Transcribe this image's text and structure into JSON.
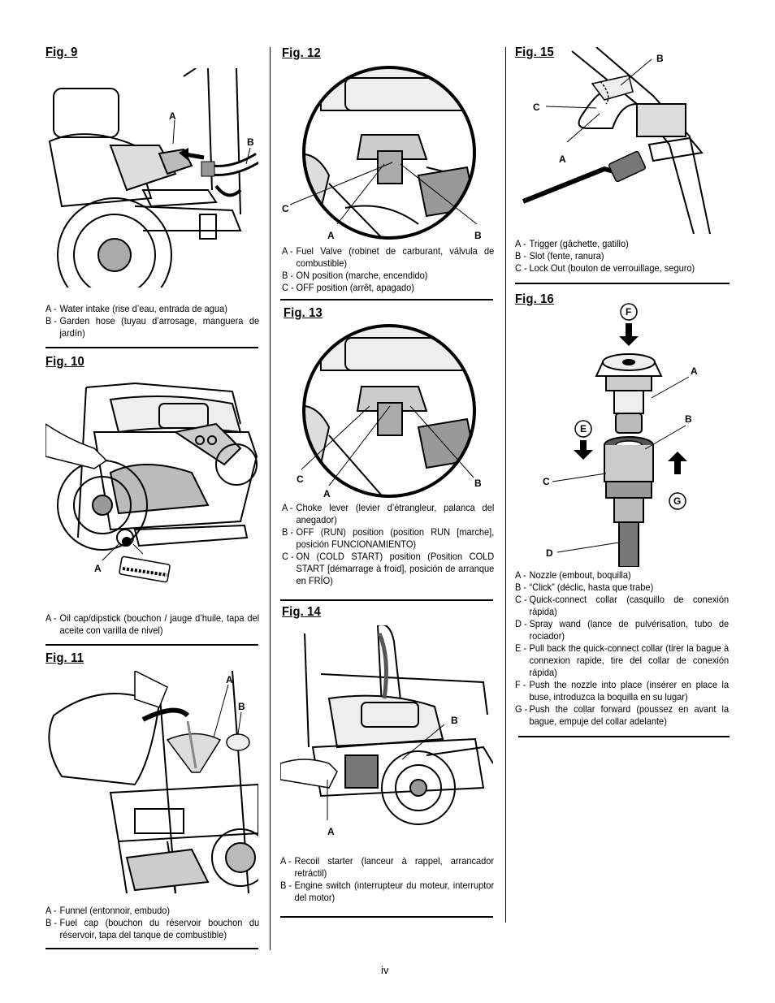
{
  "page_number": "iv",
  "fig9": {
    "title": "Fig. 9",
    "labels": {
      "a": "A",
      "b": "B"
    },
    "captions": [
      {
        "key": "A -",
        "text": "Water intake (rise d’eau, entrada de agua)"
      },
      {
        "key": "B -",
        "text": "Garden hose (tuyau d’arrosage, manguera de jardín)"
      }
    ]
  },
  "fig10": {
    "title": "Fig. 10",
    "labels": {
      "a": "A"
    },
    "captions": [
      {
        "key": "A -",
        "text": "Oil cap/dipstick (bouchon / jauge d’huile, tapa del aceite con varilla de nivel)"
      }
    ]
  },
  "fig11": {
    "title": "Fig. 11",
    "labels": {
      "a": "A",
      "b": "B"
    },
    "captions": [
      {
        "key": "A -",
        "text": "Funnel (entonnoir, embudo)"
      },
      {
        "key": "B -",
        "text": "Fuel cap (bouchon du réservoir bouchon du réservoir, tapa del tanque de combustible)"
      }
    ]
  },
  "fig12": {
    "title": "Fig. 12",
    "labels": {
      "a": "A",
      "b": "B",
      "c": "C"
    },
    "captions": [
      {
        "key": "A -",
        "text": "Fuel Valve (robinet de carburant, válvula de combustible)"
      },
      {
        "key": "B -",
        "text": "ON position (marche, encendido)"
      },
      {
        "key": "C -",
        "text": "OFF position (arrêt, apagado)"
      }
    ]
  },
  "fig13": {
    "title": "Fig. 13",
    "labels": {
      "a": "A",
      "b": "B",
      "c": "C"
    },
    "captions": [
      {
        "key": "A -",
        "text": "Choke lever (levier d’étrangleur, palanca del anegador)"
      },
      {
        "key": "B -",
        "text": "OFF (RUN) position (position RUN [marche], posición FUNCIONAMIENTO)"
      },
      {
        "key": "C -",
        "text": "ON (COLD START) position (Position COLD START [démarrage à froid], posición de arranque en FRÍO)"
      }
    ]
  },
  "fig14": {
    "title": "Fig. 14",
    "labels": {
      "a": "A",
      "b": "B"
    },
    "captions": [
      {
        "key": "A -",
        "text": "Recoil starter (lanceur à rappel, arrancador retráctil)"
      },
      {
        "key": "B -",
        "text": "Engine switch (interrupteur du moteur, interruptor del motor)"
      }
    ]
  },
  "fig15": {
    "title": "Fig. 15",
    "labels": {
      "a": "A",
      "b": "B",
      "c": "C"
    },
    "captions": [
      {
        "key": "A -",
        "text": "Trigger (gâchette, gatillo)"
      },
      {
        "key": "B -",
        "text": "Slot (fente, ranura)"
      },
      {
        "key": "C -",
        "text": "Lock Out (bouton de verrouillage, seguro)"
      }
    ]
  },
  "fig16": {
    "title": "Fig. 16",
    "labels": {
      "a": "A",
      "b": "B",
      "c": "C",
      "d": "D",
      "e": "E",
      "f": "F",
      "g": "G"
    },
    "captions": [
      {
        "key": "A -",
        "text": "Nozzle (embout, boquilla)"
      },
      {
        "key": "B -",
        "text": "“Click” (déclic, hasta que trabe)"
      },
      {
        "key": "C -",
        "text": "Quick-connect collar (casquillo de conexión rápida)"
      },
      {
        "key": "D -",
        "text": "Spray wand (lance de pulvérisation, tubo de rociador)"
      },
      {
        "key": "E -",
        "text": "Pull back the quick-connect collar (tirer la bague à connexion rapide, tire del collar de conexión rápida)"
      },
      {
        "key": "F -",
        "text": "Push the nozzle into place (insérer en place la buse, introduzca la boquilla en su lugar)"
      },
      {
        "key": "G -",
        "text": "Push the collar forward (poussez en avant la bague, empuje del collar adelante)"
      }
    ]
  }
}
